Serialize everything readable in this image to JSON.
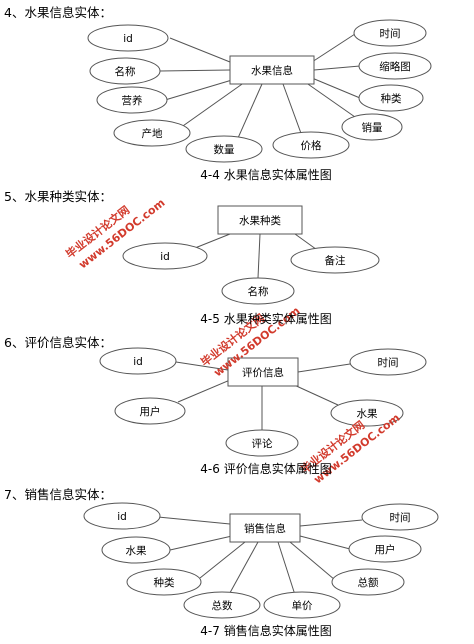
{
  "sections": [
    {
      "heading": "4、水果信息实体：",
      "caption": "4-4 水果信息实体属性图",
      "entity": "水果信息",
      "attributes": [
        "id",
        "名称",
        "营养",
        "产地",
        "数量",
        "价格",
        "销量",
        "种类",
        "缩略图",
        "时间"
      ]
    },
    {
      "heading": "5、水果种类实体：",
      "caption": "4-5 水果种类实体属性图",
      "entity": "水果种类",
      "attributes": [
        "id",
        "名称",
        "备注"
      ]
    },
    {
      "heading": "6、评价信息实体：",
      "caption": "4-6 评价信息实体属性图",
      "entity": "评价信息",
      "attributes": [
        "id",
        "用户",
        "评论",
        "水果",
        "时间"
      ]
    },
    {
      "heading": "7、销售信息实体：",
      "caption": "4-7 销售信息实体属性图",
      "entity": "销售信息",
      "attributes": [
        "id",
        "水果",
        "种类",
        "总数",
        "单价",
        "总额",
        "用户",
        "时间"
      ]
    }
  ],
  "watermarks": [
    {
      "line1": "毕业设计论文网",
      "line2": "www.56DOC.com"
    },
    {
      "line1": "毕业设计论文网",
      "line2": "www.56DOC.com"
    },
    {
      "line1": "毕业设计论文网",
      "line2": "www.56DOC.com"
    }
  ],
  "colors": {
    "watermark": "#d23a2c",
    "stroke": "#555555"
  }
}
